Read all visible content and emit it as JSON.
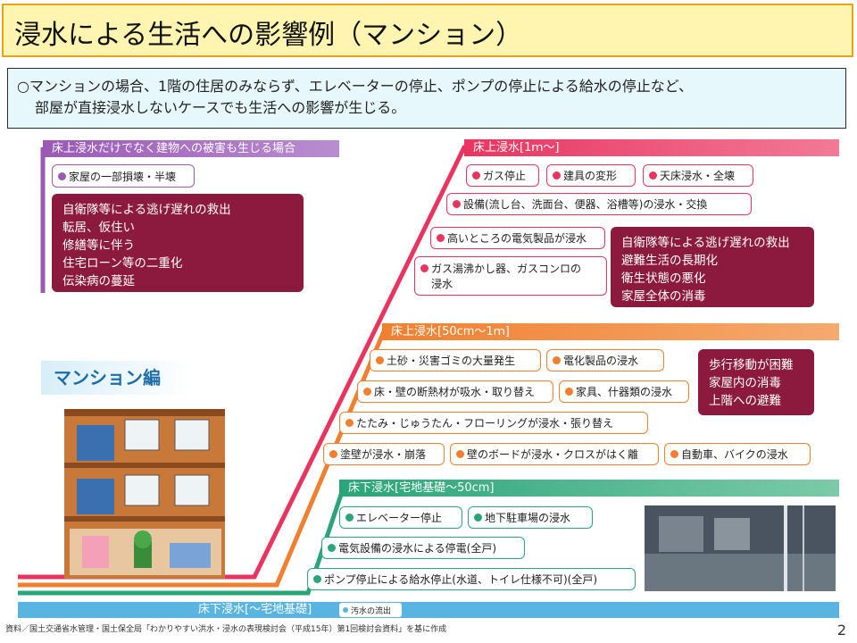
{
  "title": "浸水による生活への影響例（マンション）",
  "summary": {
    "line1": "○マンションの場合、1階の住居のみならず、エレベーターの停止、ポンプの停止による給水の停止など、",
    "line2": "部屋が直接浸水しないケースでも生活への影響が生じる。"
  },
  "colors": {
    "purple": "#9b59b6",
    "pink": "#e83560",
    "orange": "#f08030",
    "green": "#2aa57a",
    "lightblue": "#5ab4e0",
    "dark_red": "#8c1a3e"
  },
  "building_damage": {
    "header": "床上浸水だけでなく建物への被害も生じる場合",
    "item": "家屋の一部損壊・半壊",
    "box_lines": [
      "自衛隊等による逃げ遅れの救出",
      "転居、仮住い",
      "修繕等に伴う",
      "住宅ローン等の二重化",
      "伝染病の蔓延"
    ]
  },
  "above_1m": {
    "header": "床上浸水[1ｍ～]",
    "items": [
      "ガス停止",
      "建具の変形",
      "天床浸水・全壊",
      "設備(流し台、洗面台、便器、浴槽等)の浸水・交換",
      "高いところの電気製品が浸水"
    ],
    "gas_item_lines": [
      "ガス湯沸かし器、ガスコンロの",
      "浸水"
    ],
    "box_lines": [
      "自衛隊等による逃げ遅れの救出",
      "避難生活の長期化",
      "衛生状態の悪化",
      "家屋全体の消毒"
    ]
  },
  "above_50cm": {
    "header": "床上浸水[50cm～1ｍ]",
    "items": [
      "土砂・災害ゴミの大量発生",
      "電化製品の浸水",
      "床・壁の断熱材が吸水・取り替え",
      "家具、什器類の浸水",
      "たたみ・じゅうたん・フローリングが浸水・張り替え",
      "塗壁が浸水・崩落",
      "壁のボードが浸水・クロスがはく離",
      "自動車、バイクの浸水"
    ],
    "box_lines": [
      "歩行移動が困難",
      "家屋内の消毒",
      "上階への避難"
    ]
  },
  "below_floor": {
    "header": "床下浸水[宅地基礎～50cm]",
    "items": [
      "エレベーター停止",
      "地下駐車場の浸水",
      "電気設備の浸水による停電(全戸)",
      "ポンプ停止による給水停止(水道、トイレ仕様不可)(全戸)"
    ]
  },
  "below_ground": {
    "header": "床下浸水[～宅地基礎]",
    "item": "汚水の流出"
  },
  "mansion_label": "マンション編",
  "footnote": "資料／国土交通省水管理・国土保全局「わかりやすい洪水・浸水の表現検討会（平成15年）第1回検討会資料」を基に作成",
  "page_number": "2"
}
